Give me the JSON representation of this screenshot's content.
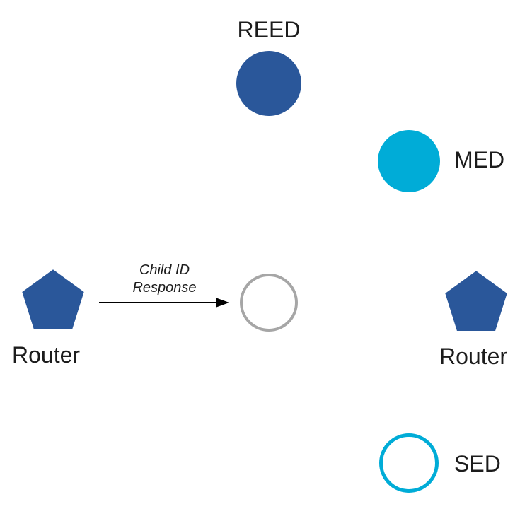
{
  "diagram": {
    "reed": {
      "label": "REED"
    },
    "med": {
      "label": "MED"
    },
    "sed": {
      "label": "SED"
    },
    "router_left": {
      "label": "Router"
    },
    "router_right": {
      "label": "Router"
    },
    "arrow": {
      "label_line1": "Child ID",
      "label_line2": "Response"
    }
  },
  "colors": {
    "router_blue": "#2a579a",
    "device_cyan": "#00acd7",
    "inactive_gray": "#a6a6a6",
    "arrow_black": "#000000",
    "text": "#1c1c1c"
  }
}
